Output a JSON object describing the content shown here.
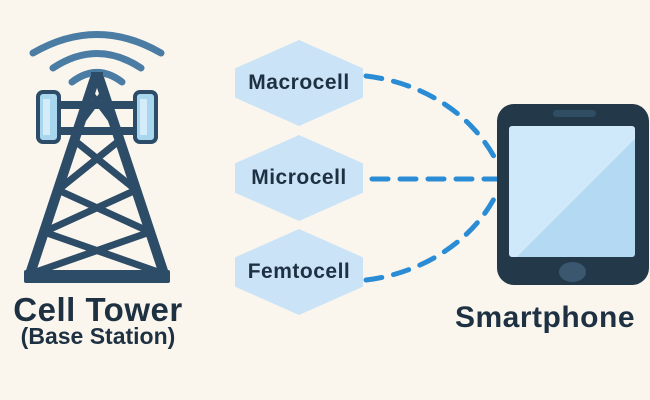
{
  "background_color": "#faf6ed",
  "colors": {
    "tower_slate": "#2d4c67",
    "wifi_arc_blue": "#4b7ca4",
    "antenna_panel_fill": "#a9d6ef",
    "antenna_panel_inner": "#d4ecfa",
    "hexagon_fill": "#cbe3f6",
    "dark_text": "#1e3142",
    "dashed_line_blue": "#2b8cd6",
    "phone_body": "#233849",
    "phone_speaker": "#2f4d63",
    "phone_home_button": "#3b576f",
    "screen_light": "#cfe9fb",
    "screen_shade": "#b4daf3"
  },
  "tower": {
    "label": "Cell Tower",
    "sublabel": "(Base Station)"
  },
  "cells": [
    {
      "label": "Macrocell"
    },
    {
      "label": "Microcell"
    },
    {
      "label": "Femtocell"
    }
  ],
  "device": {
    "label": "Smartphone"
  }
}
